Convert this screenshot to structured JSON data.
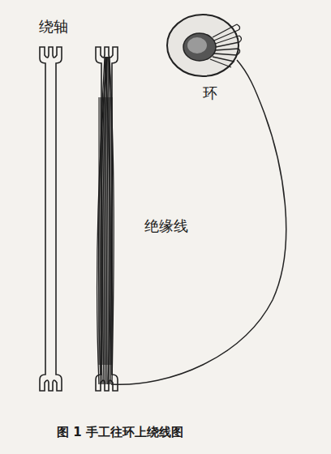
{
  "diagram": {
    "caption": "图 1 手工往环上绕线图",
    "labels": [
      "绕轴",
      "环",
      "绝缘线"
    ]
  }
}
